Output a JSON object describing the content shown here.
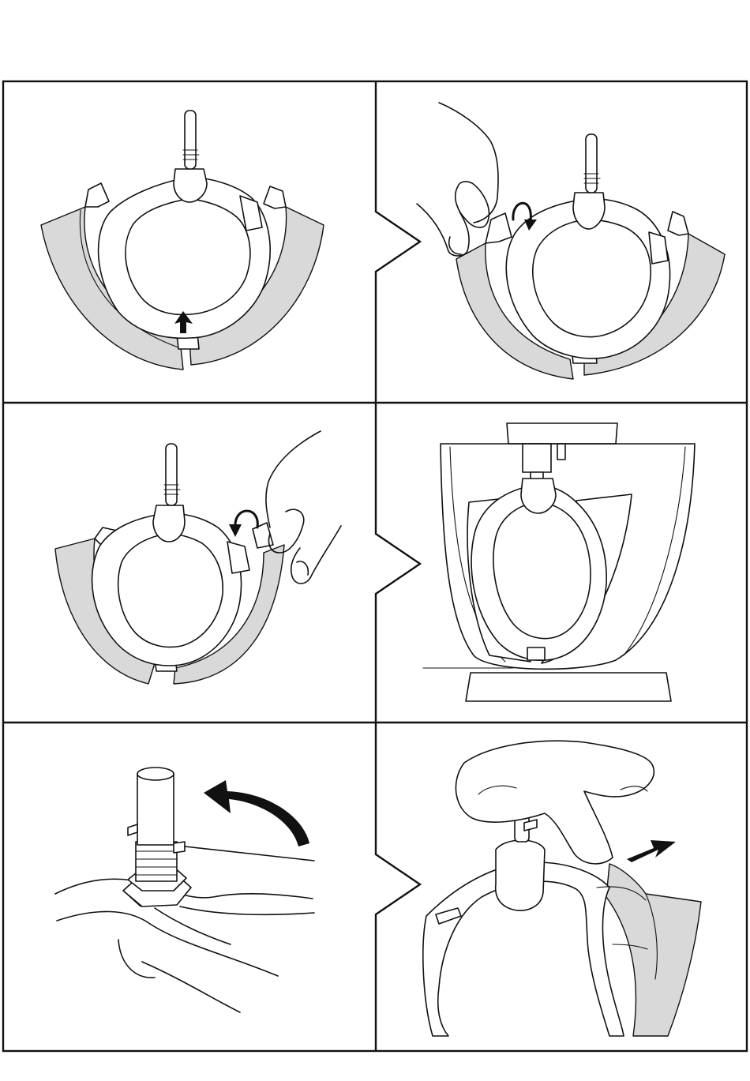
{
  "page": {
    "background": "#ffffff",
    "line_color": "#111111",
    "shade_color": "#d9d9d9"
  },
  "panels": [
    {
      "id": "panel-1",
      "icon": "beater-with-wiper-arrow-up-icon"
    },
    {
      "id": "panel-2",
      "icon": "hand-fitting-wiper-rotate-icon"
    },
    {
      "id": "panel-3",
      "icon": "hand-fitting-wiper-rotate-icon"
    },
    {
      "id": "panel-4",
      "icon": "beater-in-bowl-icon"
    },
    {
      "id": "panel-5",
      "icon": "shaft-nut-adjust-arrow-icon"
    },
    {
      "id": "panel-6",
      "icon": "finger-pushing-wiper-arrow-icon"
    }
  ]
}
